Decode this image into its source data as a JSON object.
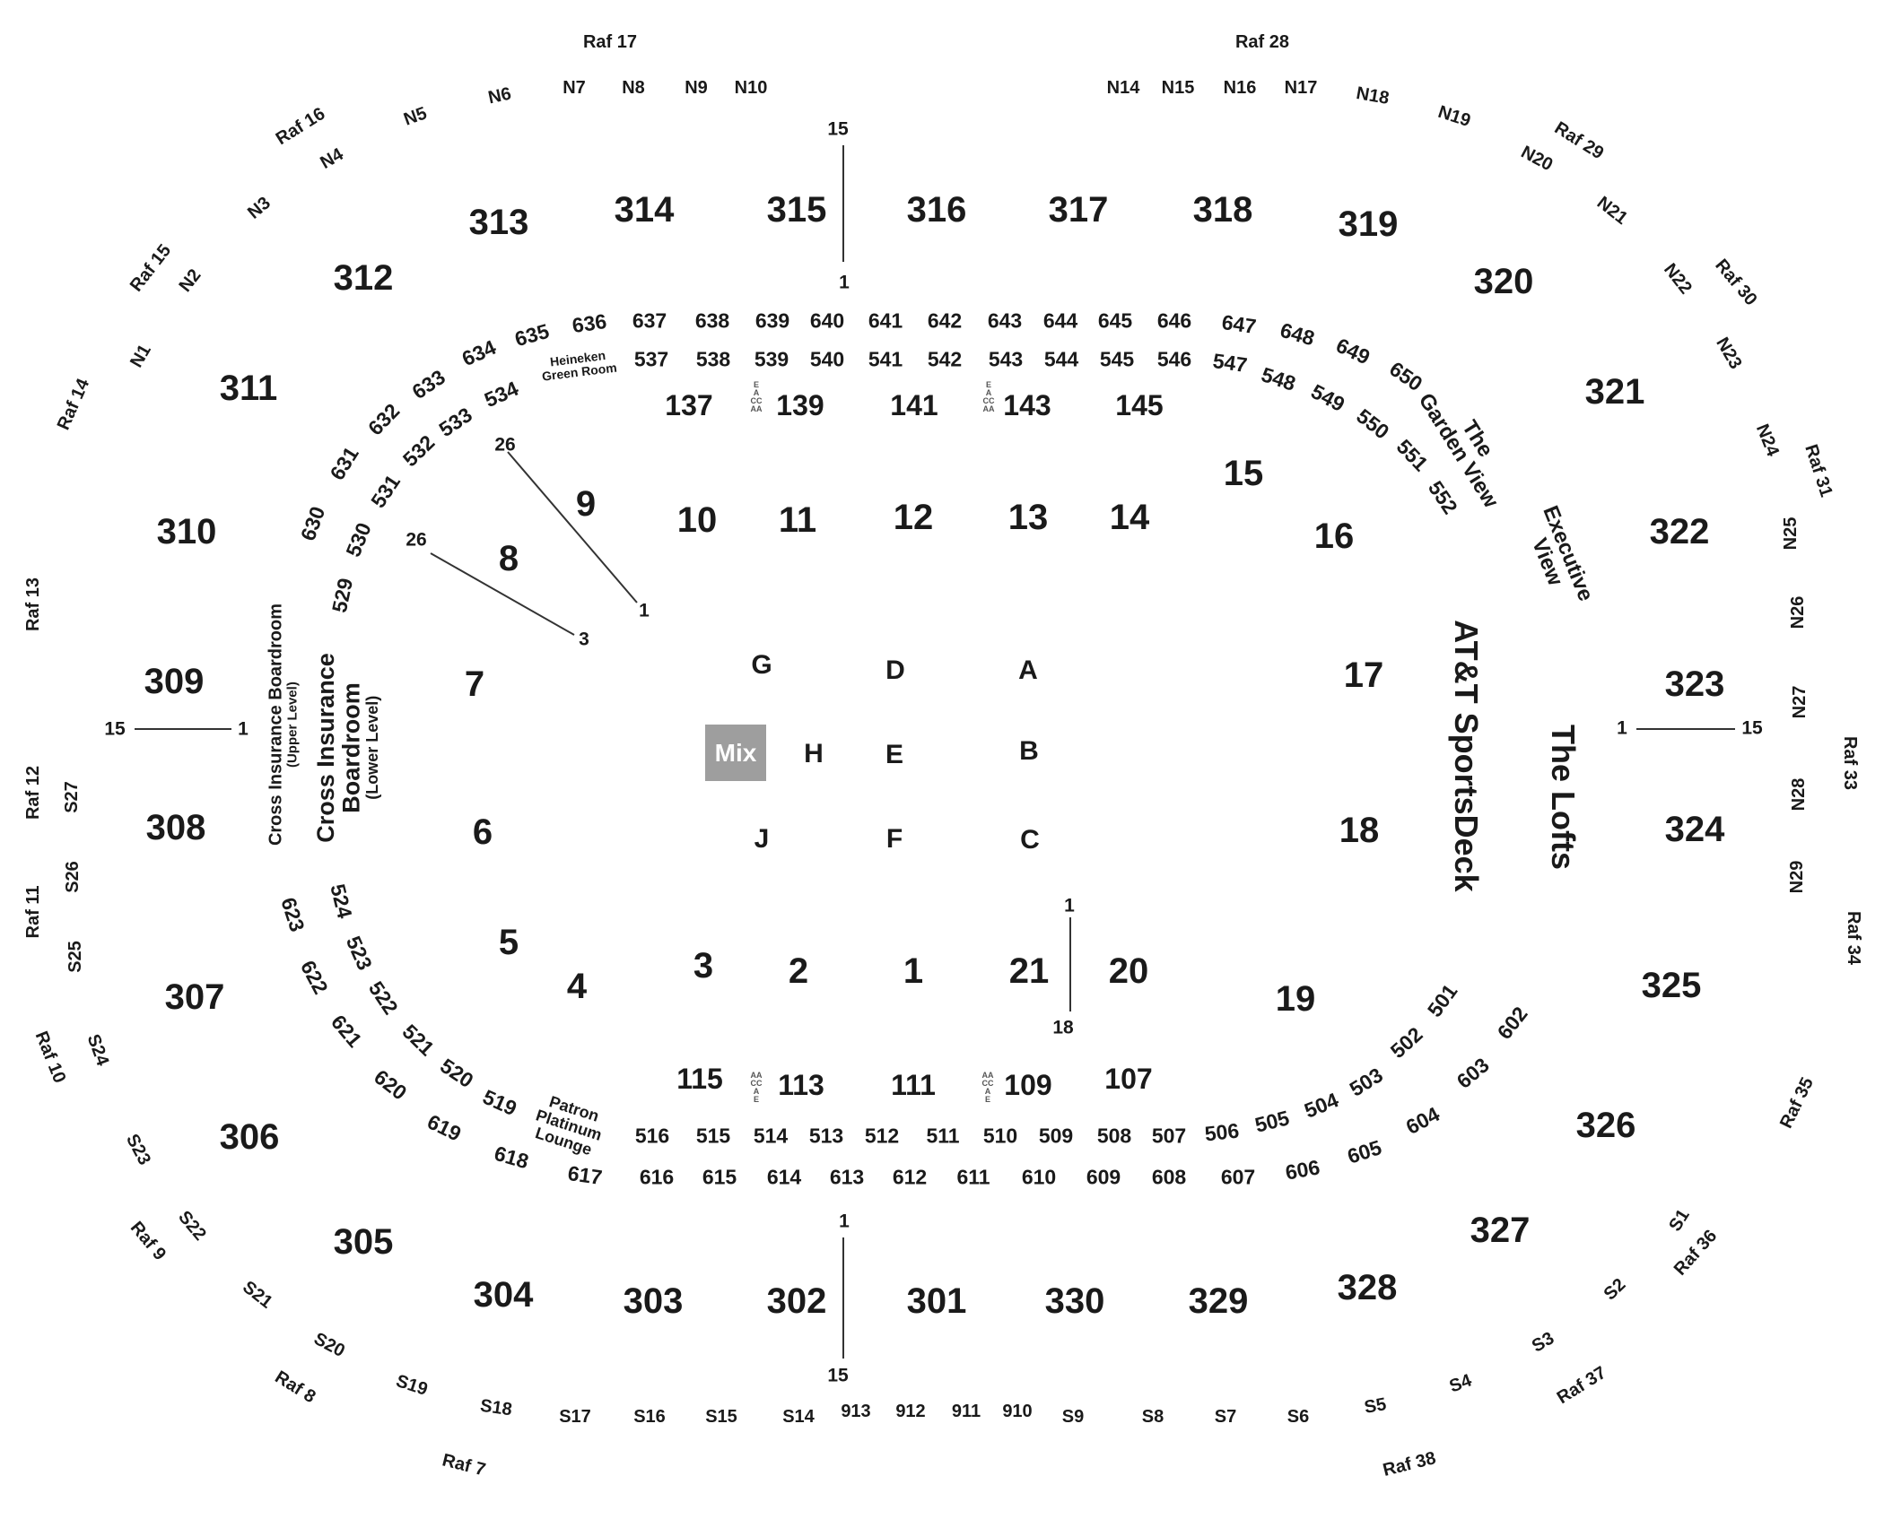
{
  "rings": {
    "tier300": [
      "313",
      "314",
      "315",
      "316",
      "317",
      "318",
      "319",
      "312",
      "320",
      "311",
      "321",
      "310",
      "322",
      "309",
      "323",
      "308",
      "324",
      "307",
      "325",
      "306",
      "326",
      "305",
      "327",
      "304",
      "303",
      "302",
      "301",
      "330",
      "329",
      "328"
    ],
    "tier100": [
      "137",
      "139",
      "141",
      "143",
      "145",
      "115",
      "113",
      "111",
      "109",
      "107",
      "9",
      "10",
      "11",
      "12",
      "13",
      "14",
      "15",
      "16",
      "8",
      "7",
      "6",
      "5",
      "4",
      "3",
      "2",
      "1",
      "21",
      "20",
      "19",
      "17",
      "18"
    ],
    "floor": [
      "G",
      "D",
      "A",
      "H",
      "E",
      "B",
      "J",
      "F",
      "C"
    ],
    "floor_mix": "Mix"
  },
  "sections_600_top": [
    "637",
    "638",
    "639",
    "640",
    "641",
    "642",
    "643",
    "644",
    "645",
    "646",
    "647",
    "648",
    "649",
    "650",
    "636",
    "635",
    "634",
    "633",
    "632",
    "631",
    "630"
  ],
  "sections_500_top": [
    "537",
    "538",
    "539",
    "540",
    "541",
    "542",
    "543",
    "544",
    "545",
    "546",
    "547",
    "548",
    "549",
    "550",
    "551",
    "552",
    "534",
    "533",
    "532",
    "531",
    "530",
    "529"
  ],
  "sections_600_bottom": [
    "617",
    "616",
    "615",
    "614",
    "613",
    "612",
    "611",
    "610",
    "609",
    "608",
    "607",
    "606",
    "605",
    "604",
    "603",
    "602",
    "618",
    "619",
    "620",
    "621",
    "622",
    "623"
  ],
  "sections_500_bottom": [
    "516",
    "515",
    "514",
    "513",
    "512",
    "511",
    "510",
    "509",
    "508",
    "507",
    "506",
    "505",
    "504",
    "503",
    "502",
    "501",
    "519",
    "520",
    "521",
    "522",
    "523",
    "524"
  ],
  "north_boxes": [
    "N1",
    "N2",
    "N3",
    "N4",
    "N5",
    "N6",
    "N7",
    "N8",
    "N9",
    "N10",
    "N14",
    "N15",
    "N16",
    "N17",
    "N18",
    "N19",
    "N20",
    "N21",
    "N22",
    "N23",
    "N24",
    "N25",
    "N26",
    "N27",
    "N28",
    "N29"
  ],
  "south_boxes": [
    "S1",
    "S2",
    "S3",
    "S4",
    "S5",
    "S6",
    "S7",
    "S8",
    "S9",
    "S14",
    "S15",
    "S16",
    "S17",
    "S18",
    "S19",
    "S20",
    "S21",
    "S22",
    "S23",
    "S24",
    "S25",
    "S26",
    "S27"
  ],
  "rafters": [
    "Raf 7",
    "Raf 8",
    "Raf 9",
    "Raf 10",
    "Raf 11",
    "Raf 12",
    "Raf 13",
    "Raf 14",
    "Raf 15",
    "Raf 16",
    "Raf 17",
    "Raf 28",
    "Raf 29",
    "Raf 30",
    "Raf 31",
    "Raf 33",
    "Raf 34",
    "Raf 35",
    "Raf 36",
    "Raf 37",
    "Raf 38"
  ],
  "sections_900": [
    "913",
    "912",
    "911",
    "910"
  ],
  "venues": {
    "heineken": [
      "Heineken",
      "Green Room"
    ],
    "patron": [
      "Patron",
      "Platinum",
      "Lounge"
    ],
    "garden_view": [
      "The",
      "Garden View"
    ],
    "executive_view": [
      "Executive",
      "View"
    ],
    "sportsdeck": "AT&T SportsDeck",
    "lofts": "The Lofts",
    "cross_upper": "Cross Insurance Boardroom",
    "cross_upper_sub": "(Upper Level)",
    "cross_lower_1": "Cross Insurance",
    "cross_lower_2": "Boardroom",
    "cross_lower_sub": "(Lower Level)"
  },
  "row_markers": [
    "15",
    "1",
    "26",
    "1",
    "26",
    "3",
    "15",
    "1",
    "1",
    "15",
    "1",
    "18",
    "1",
    "15"
  ],
  "access_markers": {
    "top": [
      "E",
      "A",
      "C",
      "C",
      "A",
      "A"
    ],
    "bottom": [
      "A",
      "A",
      "C",
      "C",
      "A",
      "E"
    ]
  }
}
